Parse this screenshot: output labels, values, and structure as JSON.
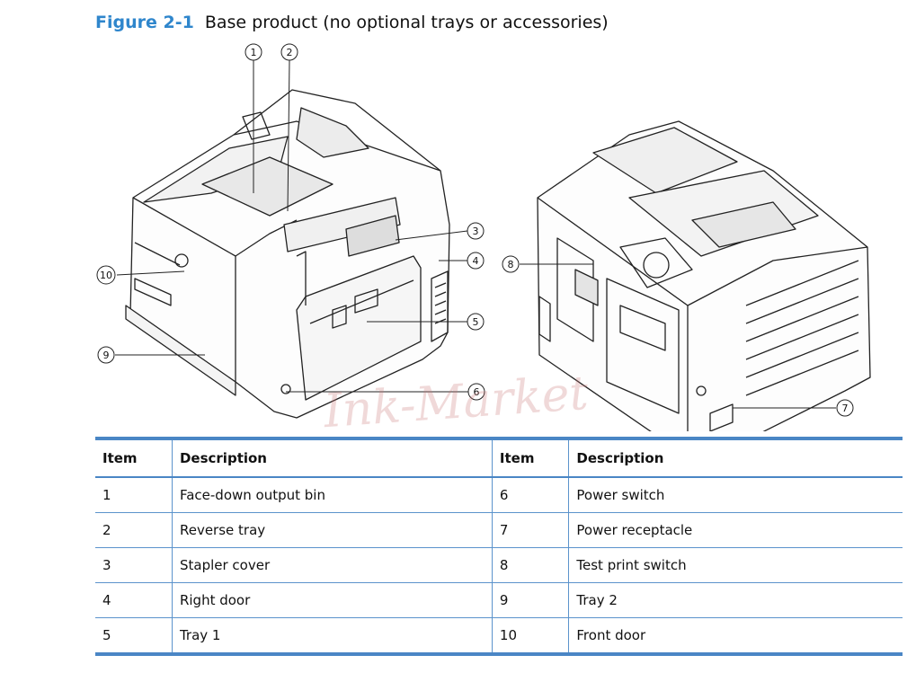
{
  "figure": {
    "number": "Figure 2-1",
    "caption": "Base product (no optional trays or accessories)",
    "callouts": [
      "1",
      "2",
      "3",
      "4",
      "5",
      "6",
      "7",
      "8",
      "9",
      "10"
    ],
    "watermark": "Ink-Market"
  },
  "table": {
    "headers": [
      "Item",
      "Description",
      "Item",
      "Description"
    ],
    "rows": [
      [
        "1",
        "Face-down output bin",
        "6",
        "Power switch"
      ],
      [
        "2",
        "Reverse tray",
        "7",
        "Power receptacle"
      ],
      [
        "3",
        "Stapler cover",
        "8",
        "Test print switch"
      ],
      [
        "4",
        "Right door",
        "9",
        "Tray 2"
      ],
      [
        "5",
        "Tray 1",
        "10",
        "Front door"
      ]
    ]
  },
  "colors": {
    "accent": "#2f86cc",
    "rule": "#4a86c5"
  }
}
